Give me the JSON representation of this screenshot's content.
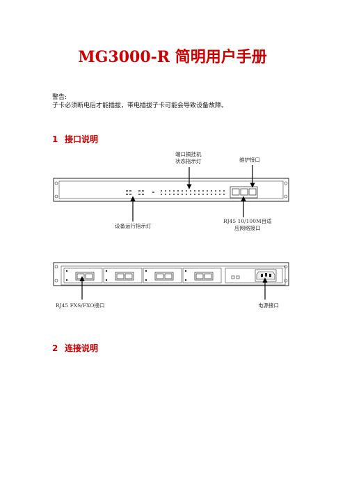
{
  "title": "MG3000-R 简明用户手册",
  "warning": {
    "label": "警告:",
    "text": "子卡必须断电后才能插拔，带电插拔子卡可能会导致设备故障。"
  },
  "sections": [
    {
      "num": "1",
      "title": "接口说明"
    },
    {
      "num": "2",
      "title": "连接说明"
    }
  ],
  "front_panel": {
    "port_status_led_label": [
      "端口摘挂机",
      "状态指示灯"
    ],
    "maintenance_port_label": "维护接口",
    "run_led_label": "设备运行指示灯",
    "network_port_label": [
      "RJ45 10/100M自适",
      "应网络接口"
    ]
  },
  "rear_panel": {
    "fxs_fxo_label": "RJ45 FXS/FXO接口",
    "power_label": "电源接口"
  }
}
